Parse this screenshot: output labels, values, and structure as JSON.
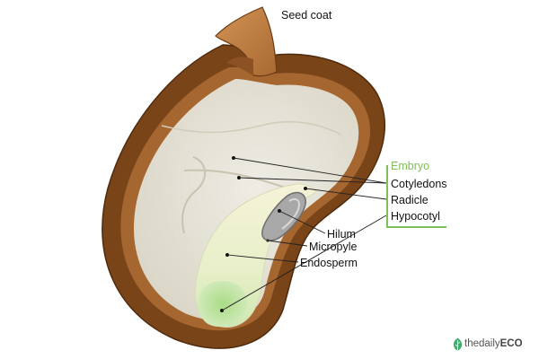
{
  "labels": {
    "seed_coat": "Seed coat",
    "embryo": "Embryo",
    "cotyledons": "Cotyledons",
    "radicle": "Radicle",
    "hypocotyl": "Hypocotyl",
    "hilum": "Hilum",
    "micropyle": "Micropyle",
    "endosperm": "Endosperm"
  },
  "brand": {
    "prefix": "thedaily",
    "suffix": "ECO",
    "icon": "leaf-icon"
  },
  "colors": {
    "seed_coat": "#7a4419",
    "seed_coat_inner": "#a66630",
    "seed_coat_flap": "#c48446",
    "endosperm": "#e6e2d6",
    "embryo_bracket": "#7fbf5a",
    "embryo_text": "#7fbf5a",
    "embryo_green": "#9fd17a",
    "hilum": "#a8a8a8"
  }
}
